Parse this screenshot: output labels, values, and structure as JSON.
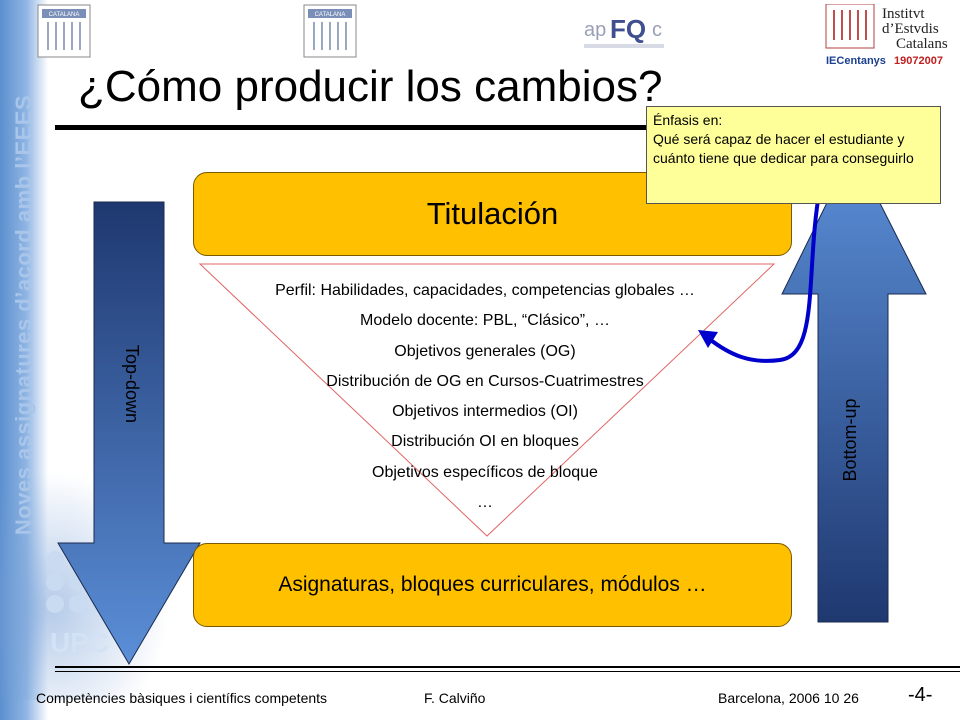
{
  "sidebar": {
    "text": "Noves assignatures d’acord amb l’EEES",
    "logo_text": "UPC"
  },
  "logos": {
    "catalana_fisica": "CATALANA",
    "catalana_quimica": "CATALANA",
    "apfq": {
      "ap": "ap",
      "fq": "FQ",
      "c": "c"
    },
    "iec": {
      "line1": "Institvt",
      "line2": "d’Estvdis",
      "line3": "Catalans",
      "brand": "IECentanys",
      "years": "19072007"
    }
  },
  "slide": {
    "title": "¿Cómo producir los cambios?",
    "top_box": "Titulación",
    "bottom_box": "Asignaturas, bloques curriculares, módulos …",
    "items": [
      "Perfil: Habilidades, capacidades, competencias globales …",
      "Modelo docente: PBL, “Clásico”, …",
      "Objetivos generales (OG)",
      "Distribución de OG en Cursos-Cuatrimestres",
      "Objetivos intermedios (OI)",
      "Distribución OI en bloques",
      "Objetivos específicos de bloque",
      "…"
    ],
    "left_arrow_label": "Top-down",
    "right_arrow_label": "Bottom-up",
    "callout": {
      "heading": "Énfasis en:",
      "body": "Qué será capaz de hacer el estudiante y cuánto tiene que dedicar para conseguirlo"
    }
  },
  "footer": {
    "left": "Competències bàsiques i científics competents",
    "author": "F. Calviño",
    "date": "Barcelona, 2006 10 26",
    "page": "-4-"
  },
  "colors": {
    "box_fill": "#ffc000",
    "arrow_dark": "#1f3870",
    "arrow_light": "#5b8fd8",
    "callout_fill": "#ffff99",
    "curve": "#0000cc"
  }
}
